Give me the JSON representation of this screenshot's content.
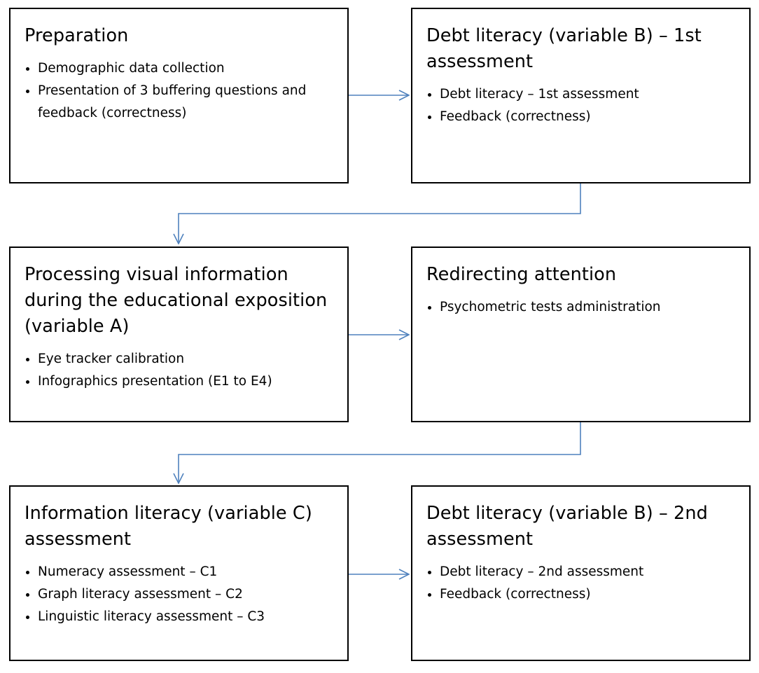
{
  "colors": {
    "box_border": "#000000",
    "arrow": "#4f81bd",
    "background": "#ffffff"
  },
  "boxes": [
    {
      "title": "Preparation",
      "items": [
        "Demographic data collection",
        "Presentation of 3 buffering questions and feedback (correctness)"
      ]
    },
    {
      "title": "Debt literacy (variable B) – 1st assessment",
      "items": [
        "Debt literacy – 1st assessment",
        "Feedback (correctness)"
      ]
    },
    {
      "title": "Processing visual information during the educational exposition (variable A)",
      "items": [
        "Eye tracker calibration",
        "Infographics presentation (E1 to E4)"
      ]
    },
    {
      "title": "Redirecting attention",
      "items": [
        "Psychometric tests administration"
      ]
    },
    {
      "title": "Information literacy (variable C) assessment",
      "items": [
        "Numeracy assessment – C1",
        "Graph literacy assessment – C2",
        "Linguistic literacy assessment – C3"
      ]
    },
    {
      "title": "Debt literacy (variable B) – 2nd assessment",
      "items": [
        "Debt literacy – 2nd assessment",
        "Feedback (correctness)"
      ]
    }
  ]
}
